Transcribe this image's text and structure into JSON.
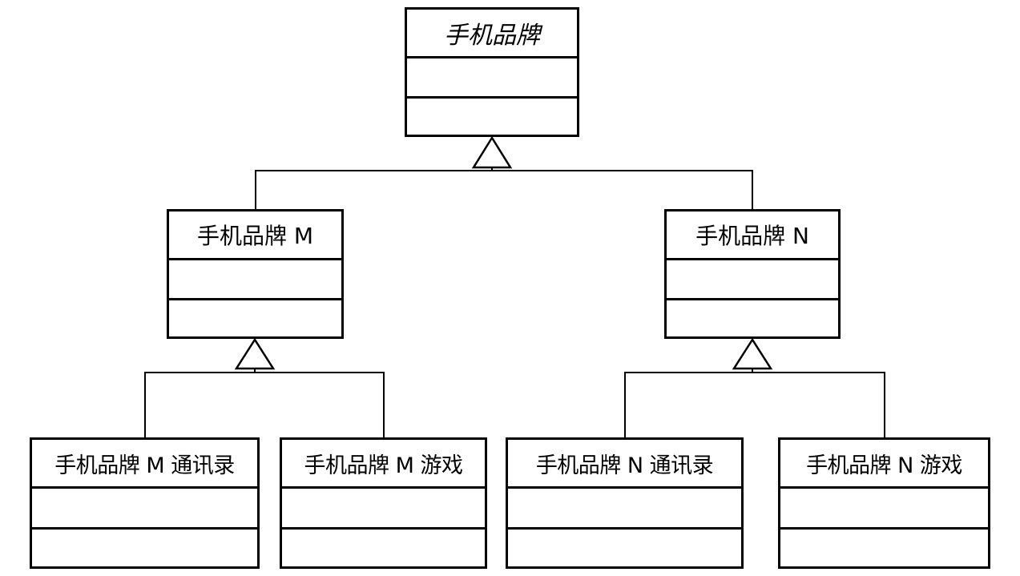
{
  "diagram": {
    "root_class": {
      "name": "手机品牌",
      "abstract": true
    },
    "brand_classes": [
      {
        "id": "m",
        "name": "手机品牌 M"
      },
      {
        "id": "n",
        "name": "手机品牌 N"
      }
    ],
    "leaf_classes": [
      {
        "id": "m-contacts",
        "name": "手机品牌 M 通讯录",
        "parent": "m"
      },
      {
        "id": "m-game",
        "name": "手机品牌 M 游戏",
        "parent": "m"
      },
      {
        "id": "n-contacts",
        "name": "手机品牌 N 通讯录",
        "parent": "n"
      },
      {
        "id": "n-game",
        "name": "手机品牌 N 游戏",
        "parent": "n"
      }
    ],
    "relationship": "generalization",
    "colors": {
      "line": "#000000",
      "background": "#ffffff"
    }
  }
}
